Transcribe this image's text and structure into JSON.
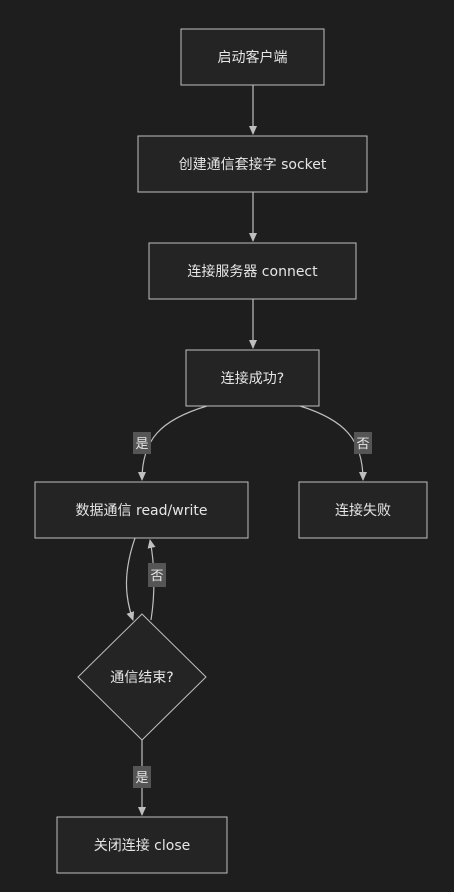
{
  "diagram": {
    "nodes": {
      "start": "启动客户端",
      "create_socket": "创建通信套接字 socket",
      "connect": "连接服务器 connect",
      "connected_q": "连接成功?",
      "data_comm": "数据通信 read/write",
      "fail": "连接失败",
      "comm_end_q": "通信结束?",
      "close": "关闭连接 close"
    },
    "edge_labels": {
      "yes_connected": "是",
      "no_connected": "否",
      "no_end": "否",
      "yes_end": "是"
    }
  }
}
